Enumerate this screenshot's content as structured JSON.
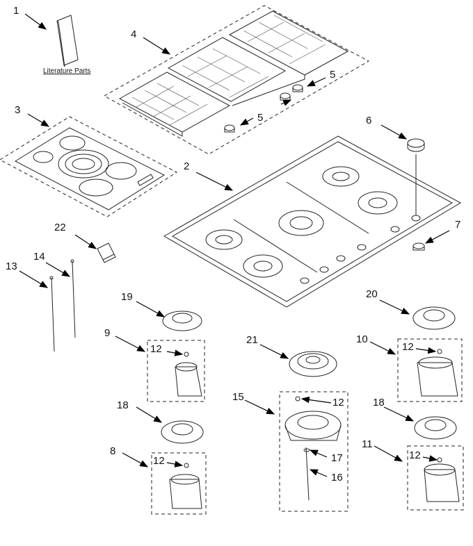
{
  "literature_label": "Literature Parts",
  "parts": [
    {
      "id": "p1",
      "label": "1"
    },
    {
      "id": "p2",
      "label": "2"
    },
    {
      "id": "p3",
      "label": "3"
    },
    {
      "id": "p4",
      "label": "4"
    },
    {
      "id": "p5a",
      "label": "5"
    },
    {
      "id": "p5b",
      "label": "5"
    },
    {
      "id": "p6",
      "label": "6"
    },
    {
      "id": "p7",
      "label": "7"
    },
    {
      "id": "p8",
      "label": "8"
    },
    {
      "id": "p9",
      "label": "9"
    },
    {
      "id": "p10",
      "label": "10"
    },
    {
      "id": "p11",
      "label": "11"
    },
    {
      "id": "p12a",
      "label": "12"
    },
    {
      "id": "p12b",
      "label": "12"
    },
    {
      "id": "p12c",
      "label": "12"
    },
    {
      "id": "p12d",
      "label": "12"
    },
    {
      "id": "p12e",
      "label": "12"
    },
    {
      "id": "p13",
      "label": "13"
    },
    {
      "id": "p14",
      "label": "14"
    },
    {
      "id": "p15",
      "label": "15"
    },
    {
      "id": "p16",
      "label": "16"
    },
    {
      "id": "p17",
      "label": "17"
    },
    {
      "id": "p18a",
      "label": "18"
    },
    {
      "id": "p18b",
      "label": "18"
    },
    {
      "id": "p19",
      "label": "19"
    },
    {
      "id": "p20",
      "label": "20"
    },
    {
      "id": "p21",
      "label": "21"
    },
    {
      "id": "p22",
      "label": "22"
    }
  ]
}
